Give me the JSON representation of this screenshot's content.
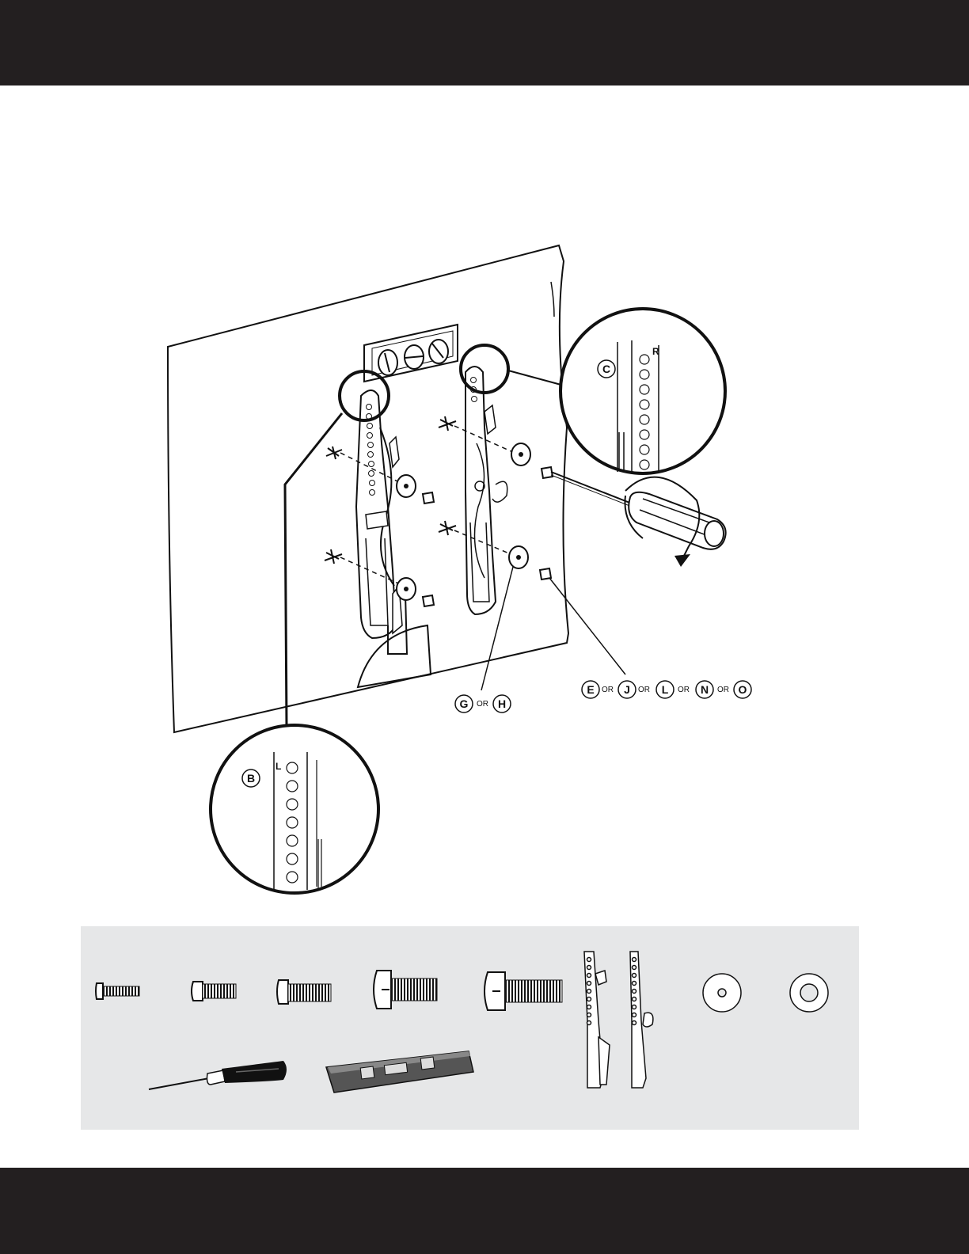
{
  "page": {
    "header_color": "#231f20",
    "footer_color": "#231f20",
    "parts_panel_color": "#e6e7e8"
  },
  "callouts": {
    "right_detail_label": "C",
    "right_detail_side": "R",
    "left_detail_label": "B",
    "left_detail_side": "L",
    "washer_options": [
      "G",
      "H"
    ],
    "screw_options": [
      "E",
      "J",
      "L",
      "N",
      "O"
    ],
    "or_text": "OR"
  },
  "parts_panel": {
    "items": [
      {
        "name": "screw-small"
      },
      {
        "name": "screw-medium-1"
      },
      {
        "name": "screw-medium-2"
      },
      {
        "name": "screw-large-1"
      },
      {
        "name": "screw-large-2"
      },
      {
        "name": "bracket-pair"
      },
      {
        "name": "washer-small-hole"
      },
      {
        "name": "washer-large-hole"
      },
      {
        "name": "screwdriver"
      },
      {
        "name": "bubble-level"
      }
    ]
  }
}
